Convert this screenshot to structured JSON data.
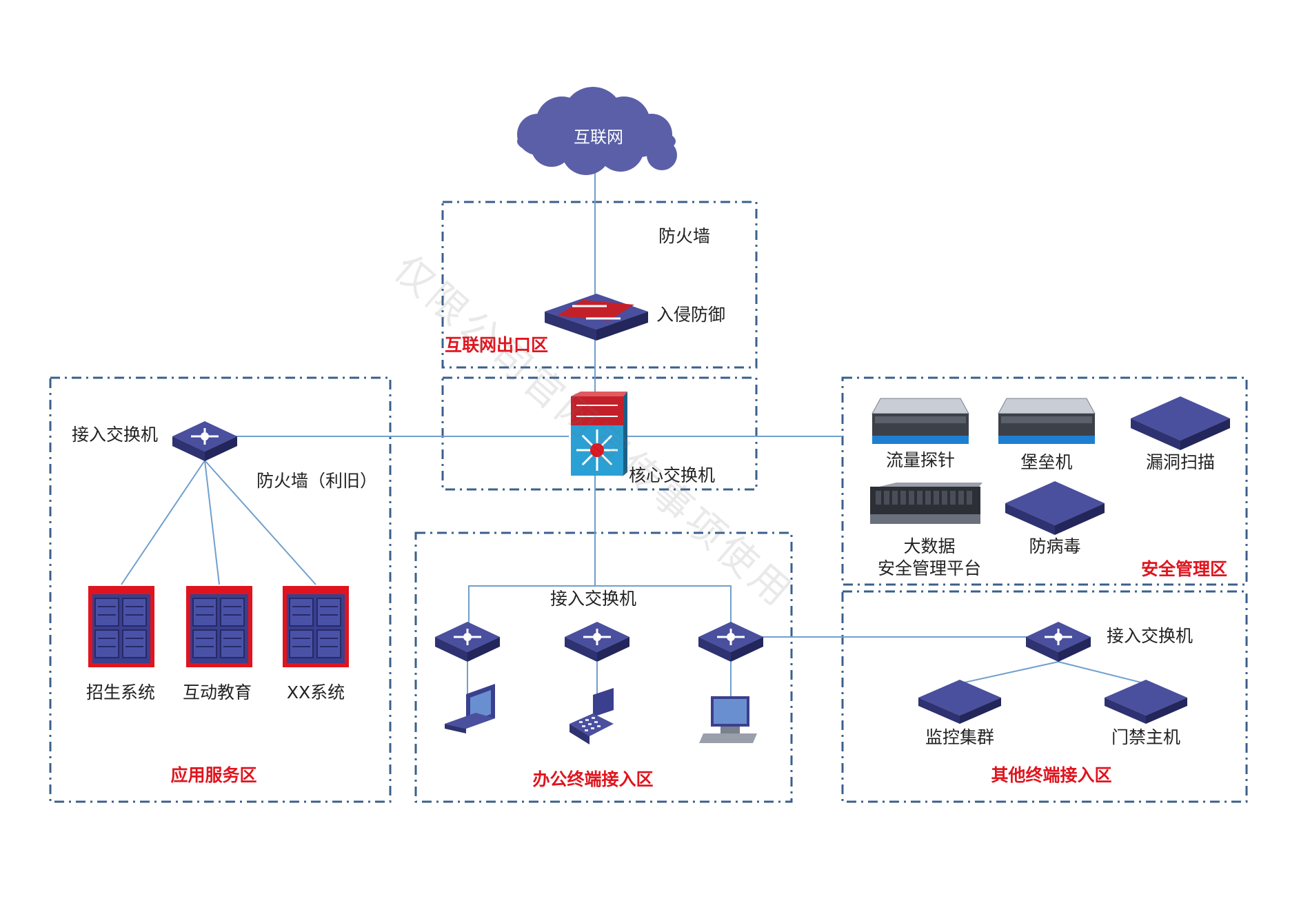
{
  "cloud": {
    "label": "互联网"
  },
  "zones": {
    "internet_exit": "互联网出口区",
    "app_service": "应用服务区",
    "office_access": "办公终端接入区",
    "other_access": "其他终端接入区",
    "security_mgmt": "安全管理区"
  },
  "devices": {
    "firewall": "防火墙",
    "ips": "入侵防御",
    "core_switch": "核心交换机",
    "app_access_switch": "接入交换机",
    "reused_firewall": "防火墙（利旧）",
    "office_access_switch": "接入交换机",
    "other_access_switch": "接入交换机"
  },
  "app_servers": [
    "招生系统",
    "互动教育",
    "XX系统"
  ],
  "security_items": {
    "flow_probe": "流量探针",
    "bastion": "堡垒机",
    "vuln_scan": "漏洞扫描",
    "bigdata_line1": "大数据",
    "bigdata_line2": "安全管理平台",
    "antivirus": "防病毒"
  },
  "other_terminals": {
    "monitor_cluster": "监控集群",
    "access_control": "门禁主机"
  },
  "watermark": "仅限公司官网宣传事项使用",
  "colors": {
    "zone_border": "#3a5f8c",
    "zone_label": "#e0141e",
    "line": "#6f9fcc",
    "cloud": "#5a5fa8",
    "device_top": "#4a4f9e",
    "device_side": "#2e3270"
  }
}
